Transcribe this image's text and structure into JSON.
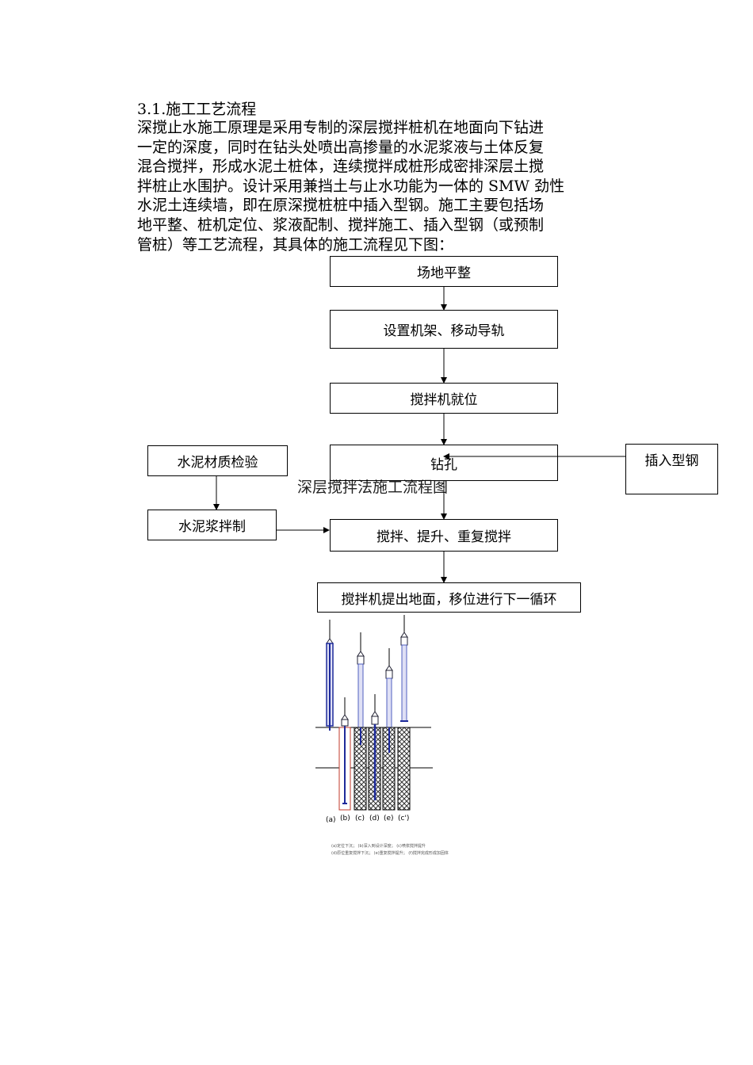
{
  "heading": "3.1.施工工艺流程",
  "paragraph_lines": [
    "深搅止水施工原理是采用专制的深层搅拌桩机在地面向下钻进",
    " 一定的深度，同时在钻头处喷出高掺量的水泥浆液与土体反复",
    " 混合搅拌，形成水泥土桩体，连续搅拌成桩形成密排深层土搅",
    " 拌桩止水围护。设计采用兼挡土与止水功能为一体的 SMW 劲性",
    " 水泥土连续墙，即在原深搅桩桩中插入型钢。施工主要包括场",
    " 地平整、桩机定位、浆液配制、搅拌施工、插入型钢（或预制",
    " 管桩）等工艺流程，其具体的施工流程见下图："
  ],
  "flow": {
    "step1": "场地平整",
    "step2": "设置机架、移动导轨",
    "step3": "搅拌机就位",
    "step4": "钻孔",
    "step5": "搅拌、提升、重复搅拌",
    "step6": "搅拌机提出地面，移位进行下一循环",
    "side1": "水泥材质检验",
    "side2": "水泥浆拌制",
    "side3": "插入型钢",
    "caption": "深层搅拌法施工流程图"
  },
  "pile_labels": [
    "(a)",
    "(b)",
    "(c)",
    "(d)",
    "(e)",
    "(c')"
  ],
  "legend_lines": [
    "(a)定位下沉；    (b)深入到设计深度；    (c)喷浆搅拌提升",
    "(d)原位重复搅拌下沉；  (e)重复搅拌提升；  (f)搅拌完成形成加固体"
  ]
}
